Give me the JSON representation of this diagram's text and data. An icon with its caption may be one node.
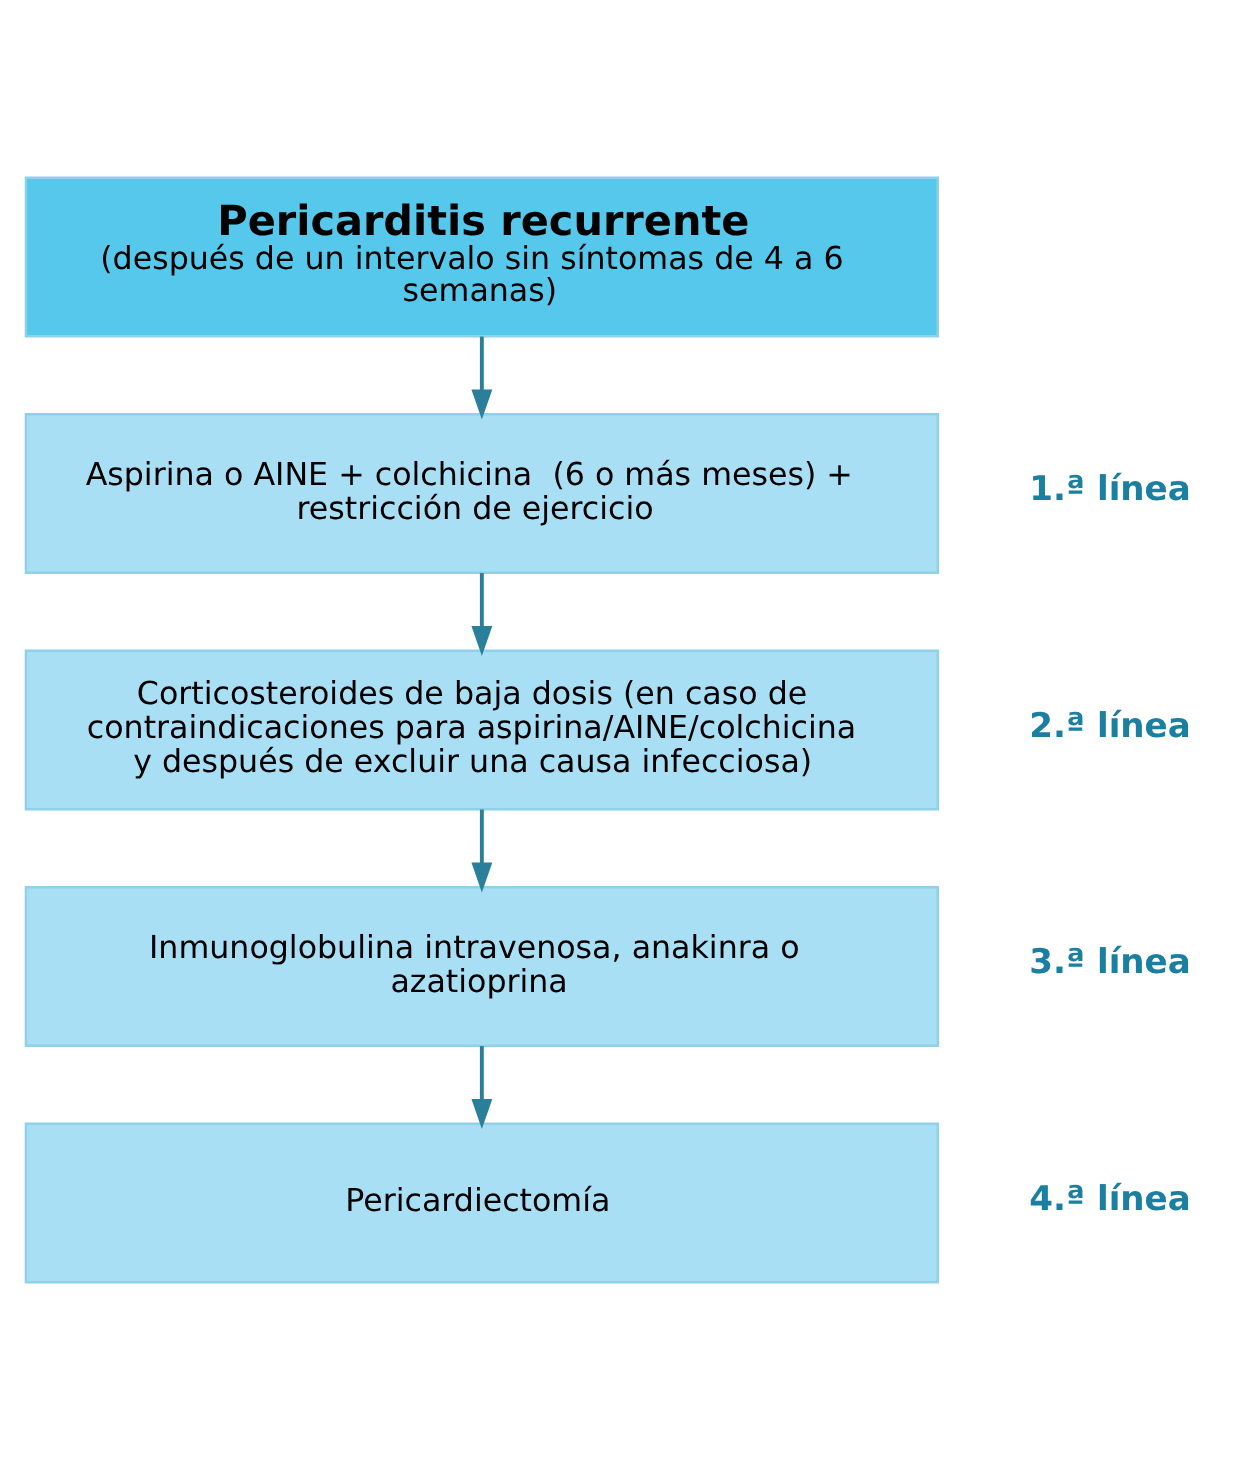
{
  "diagram": {
    "nodes": [
      {
        "text": [
          "Pericarditis recurrente",
          "(después de un intervalo sin síntomas de 4 a 6 semanas)"
        ]
      },
      {
        "text": [
          "Aspirina o AINE + colchicina  (6 o más meses) + restricción de ejercicio"
        ],
        "beside": [
          "1.ª línea"
        ]
      },
      {
        "text": [
          "Corticosteroides de baja dosis (en caso de contraindicaciones para aspirina/AINE/colchicina y después de excluir una causa infecciosa)"
        ],
        "beside": [
          "2.ª línea"
        ]
      },
      {
        "text": [
          "Inmunoglobulina intravenosa, anakinra o azatioprina"
        ],
        "beside": [
          "3.ª línea"
        ]
      },
      {
        "text": [
          "Pericardiectomía"
        ],
        "beside": [
          "4.ª línea"
        ]
      }
    ],
    "edges": [
      {
        "from": 0,
        "to": 1,
        "arrow": "to"
      },
      {
        "from": 1,
        "to": 2,
        "arrow": "to"
      },
      {
        "from": 2,
        "to": 3,
        "arrow": "to"
      },
      {
        "from": 3,
        "to": 4,
        "arrow": "to"
      }
    ]
  }
}
